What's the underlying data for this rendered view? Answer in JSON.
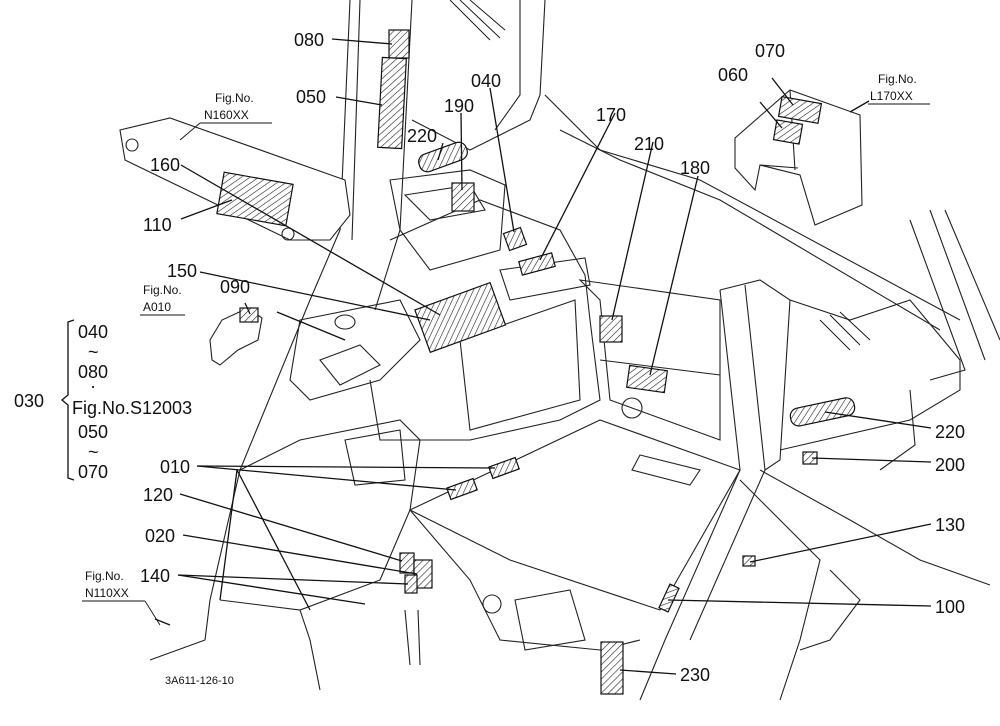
{
  "drawing_code": "3A611-126-10",
  "labels": {
    "p010": "010",
    "p020": "020",
    "p040a": "040",
    "p040b": "040",
    "p050a": "050",
    "p050b": "050",
    "p060": "060",
    "p070a": "070",
    "p070b": "070",
    "p080a": "080",
    "p080b": "080",
    "p090": "090",
    "p100": "100",
    "p110": "110",
    "p120": "120",
    "p130": "130",
    "p140": "140",
    "p150": "150",
    "p160": "160",
    "p170": "170",
    "p180": "180",
    "p190": "190",
    "p200": "200",
    "p210": "210",
    "p220a": "220",
    "p220b": "220",
    "p230": "230",
    "p030": "030"
  },
  "bracket": {
    "tilde1": "~",
    "dot": "·",
    "fig": "Fig.No.S12003",
    "tilde2": "~"
  },
  "figrefs": {
    "n160": {
      "top": "Fig.No.",
      "bottom": "N160XX"
    },
    "l170": {
      "top": "Fig.No.",
      "bottom": "L170XX"
    },
    "a010": {
      "top": "Fig.No.",
      "bottom": "A010"
    },
    "n110": {
      "top": "Fig.No.",
      "bottom": "N110XX"
    }
  }
}
